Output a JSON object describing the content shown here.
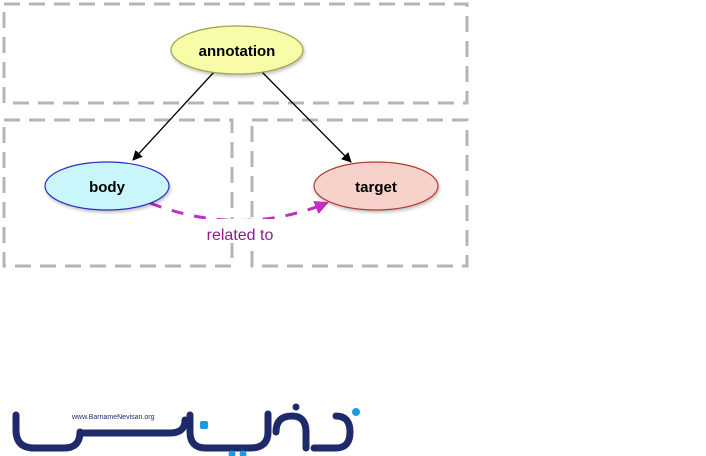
{
  "nodes": {
    "annotation": {
      "label": "annotation",
      "fill": "#f8fca8",
      "stroke": "#9ba24a"
    },
    "body": {
      "label": "body",
      "fill": "#c8f6fb",
      "stroke": "#2a2fbf"
    },
    "target": {
      "label": "target",
      "fill": "#f7d2cb",
      "stroke": "#b03a2e"
    }
  },
  "edges": {
    "relation_label": "related to",
    "relation_color": "#c030c0",
    "arrow_color": "#000000"
  },
  "group_border_color": "#b5b5b5",
  "logo": {
    "url_text": "www.BarnameNevisan.org",
    "brand_color": "#1f2a6b",
    "accent_color": "#1e9be0"
  }
}
